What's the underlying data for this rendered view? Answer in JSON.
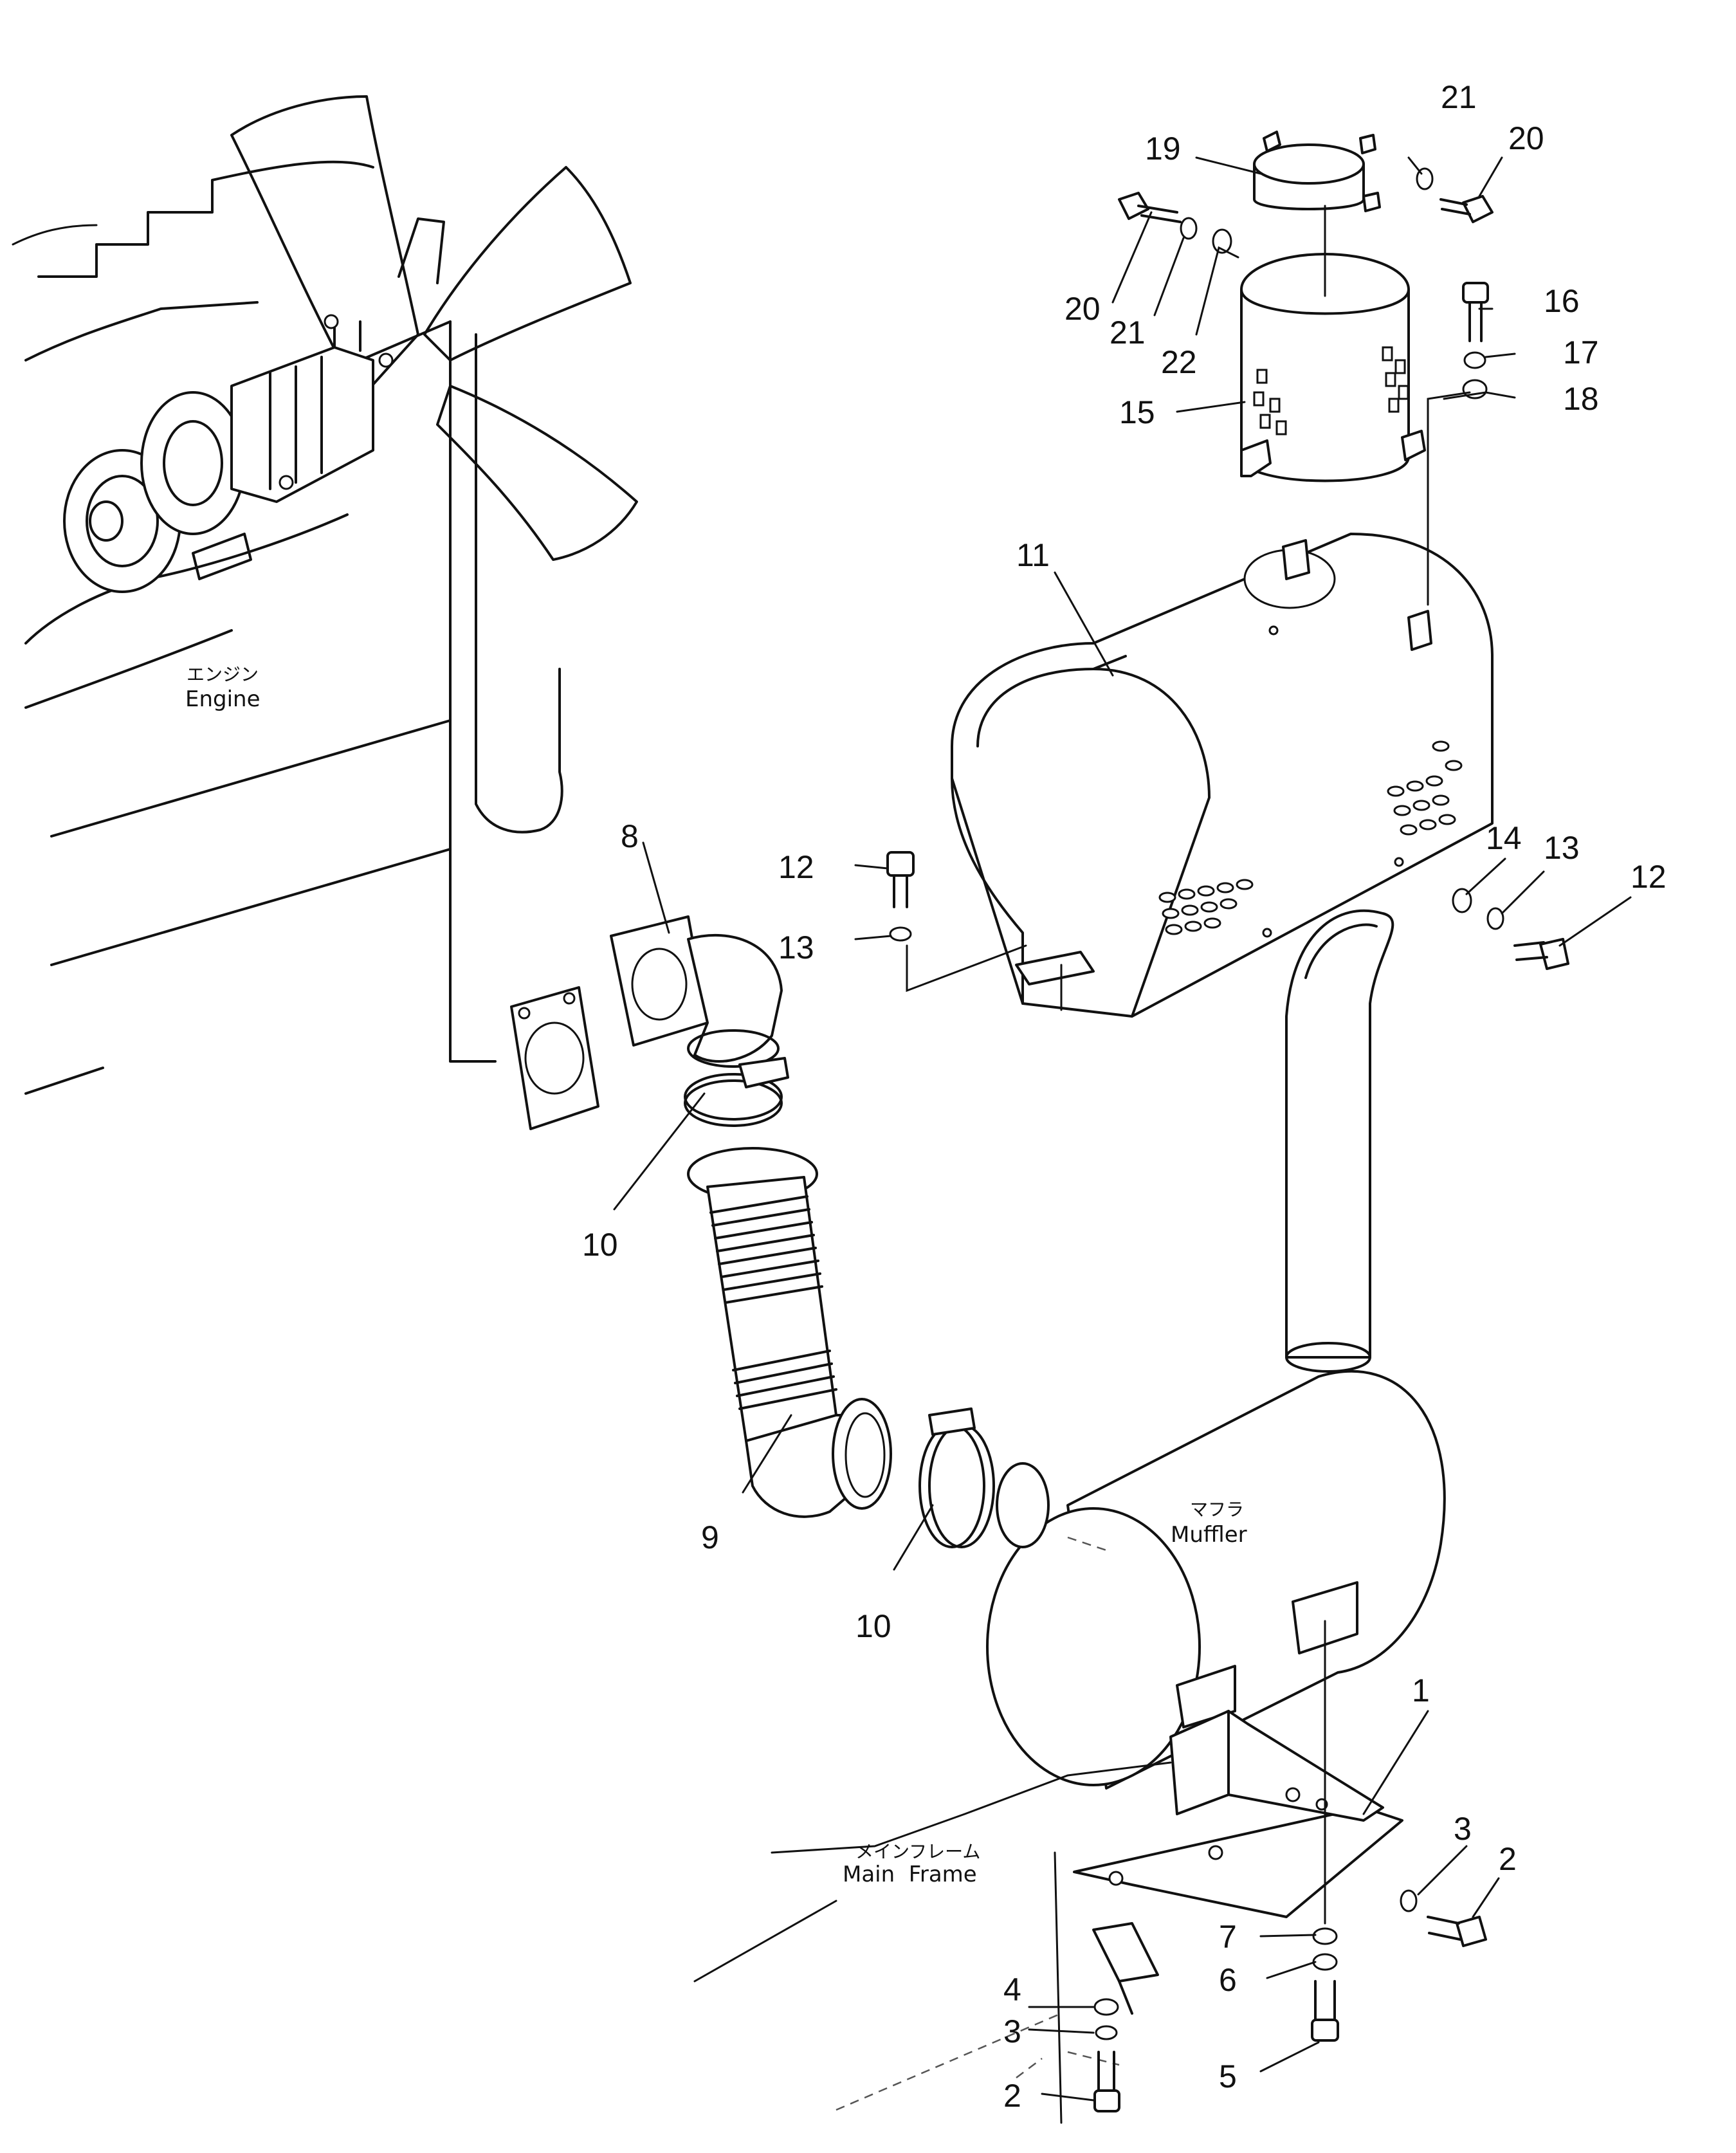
{
  "callouts": {
    "c1": "1",
    "c2a": "2",
    "c2b": "2",
    "c3a": "3",
    "c3b": "3",
    "c4": "4",
    "c5": "5",
    "c6": "6",
    "c7": "7",
    "c8": "8",
    "c9": "9",
    "c10a": "10",
    "c10b": "10",
    "c11": "11",
    "c12a": "12",
    "c12b": "12",
    "c13a": "13",
    "c13b": "13",
    "c14": "14",
    "c15": "15",
    "c16": "16",
    "c17": "17",
    "c18": "18",
    "c19": "19",
    "c20a": "20",
    "c20b": "20",
    "c21a": "21",
    "c21b": "21",
    "c22": "22"
  },
  "labels": {
    "engine_jp": "エンジン",
    "engine_en": "Engine",
    "muffler_jp": "マフラ",
    "muffler_en": "Muffler",
    "main_frame_jp": "メインフレーム",
    "main_frame_en": "Main  Frame"
  }
}
